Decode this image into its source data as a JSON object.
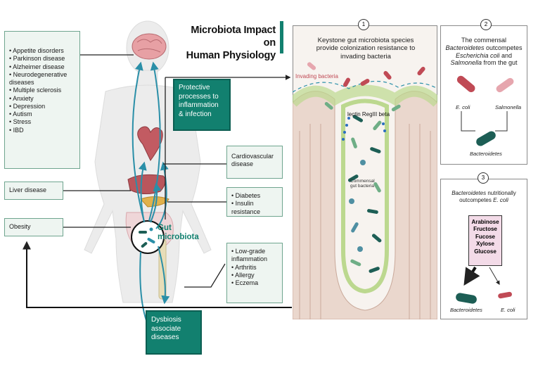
{
  "title": {
    "line1": "Microbiota Impact on",
    "line2": "Human Physiology",
    "accent": "#12806f"
  },
  "brain_disorders": [
    "Appetite disorders",
    "Parkinson disease",
    "Alzheimer disease",
    "Neurodegenerative diseases",
    "Multiple sclerosis",
    "Anxiety",
    "Depression",
    "Autism",
    "Stress",
    "IBD"
  ],
  "liver_box": "Liver disease",
  "obesity_box": "Obesity",
  "protective_box": "Protective processes to inflammation & infection",
  "cardio_box": "Cardiovascular disease",
  "metabolic_box": [
    "Diabetes",
    "Insulin resistance"
  ],
  "inflammation_box": [
    "Low-grade inflammation",
    "Arthritis",
    "Allergy",
    "Eczema"
  ],
  "dysbiosis_box": "Dysbiosis associate diseases",
  "gut_label": "Gut microbiota",
  "panel1": {
    "number": "1",
    "text": "Keystone gut microbiota species provide colonization resistance to invading bacteria",
    "invading_label": "Invading bacteria",
    "lectin_label": "lectin RegIII beta",
    "commensal_label": "Commensal gut bacteria"
  },
  "panel2": {
    "number": "2",
    "text_a": "The commensal ",
    "text_b": "Bacteroidetes",
    "text_c": " outcompetes ",
    "text_d": "Escherichia coli",
    "text_e": " and ",
    "text_f": "Salmonella",
    "text_g": " from the gut",
    "ecoli": "E. coli",
    "salmonella": "Salmonella",
    "bacteroidetes": "Bacteroidetes"
  },
  "panel3": {
    "number": "3",
    "text_a": "Bacteroidetes",
    "text_b": " nutritionally outcompetes ",
    "text_c": "E. coli",
    "sugars": [
      "Arabinose",
      "Fructose",
      "Fucose",
      "Xylose",
      "Glucose"
    ],
    "bacteroidetes": "Bacteroidetes",
    "ecoli": "E. coli"
  },
  "colors": {
    "teal": "#12806f",
    "box_bg": "#eef5f1",
    "invading": "#c04a55",
    "commensal_dark": "#1d5e55",
    "sugar_bg": "#f3dbe8"
  }
}
